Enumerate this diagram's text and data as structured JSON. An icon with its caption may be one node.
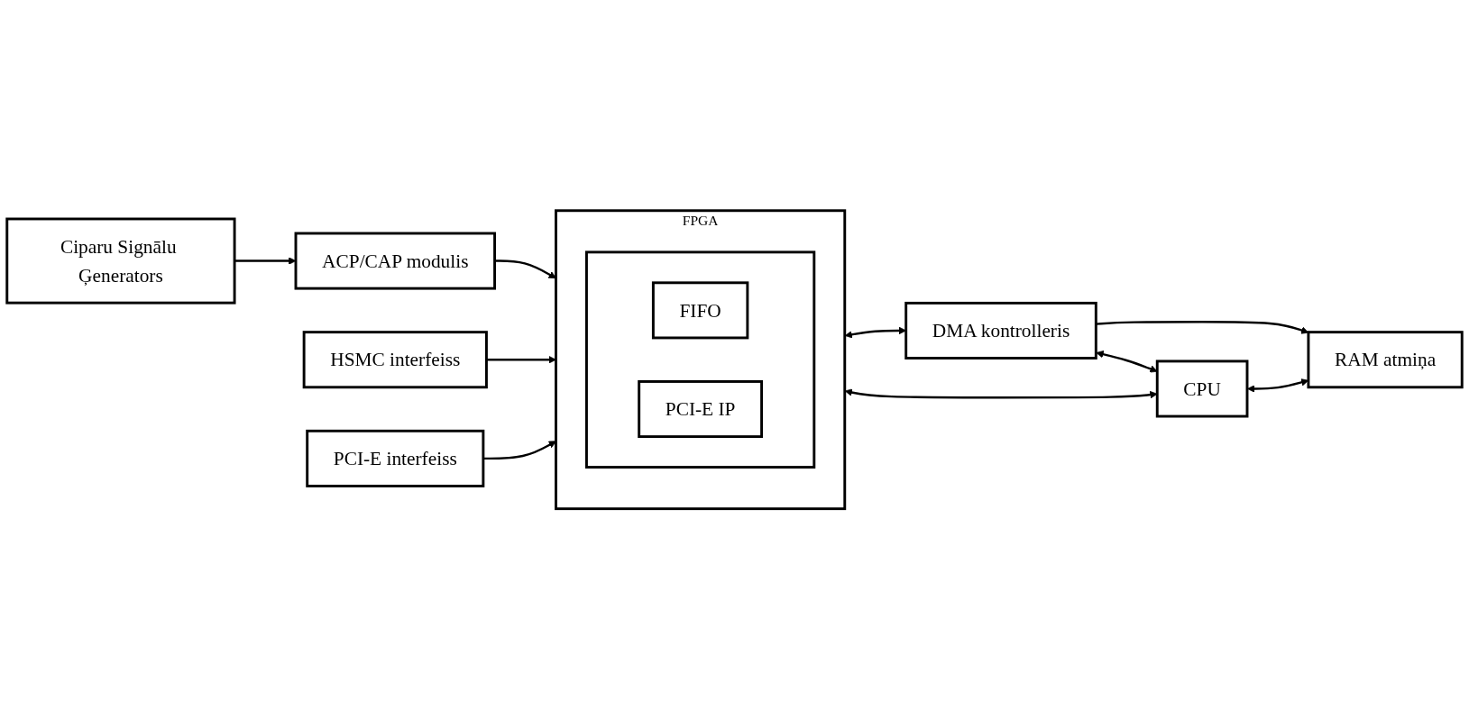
{
  "diagram": {
    "nodes": [
      {
        "text": [
          "Ciparu Signālu Ģenerators"
        ]
      },
      {
        "text": [
          "ACP/CAP modulis"
        ]
      },
      {
        "text": [
          "HSMC interfeiss"
        ]
      },
      {
        "text": [
          "PCI-E interfeiss"
        ]
      },
      {
        "text": [
          "FPGA"
        ]
      },
      {
        "text": [],
        "shape": "box",
        "in": 4
      },
      {
        "text": [
          "FIFO"
        ],
        "in": 5
      },
      {
        "text": [
          "PCI-E IP"
        ],
        "in": 5
      },
      {
        "text": [
          "DMA kontrolleris"
        ]
      },
      {
        "text": [
          "RAM atmiņa"
        ]
      },
      {
        "text": [
          "CPU"
        ]
      }
    ],
    "edges": [
      {
        "from": 0,
        "to": 1,
        "arrow": "to"
      },
      {
        "from": 1,
        "to": 4,
        "arrow": "to"
      },
      {
        "from": 2,
        "to": 4,
        "arrow": "to"
      },
      {
        "from": 3,
        "to": 4,
        "arrow": "to"
      },
      {
        "from": 4,
        "to": 8,
        "arrow": "both"
      },
      {
        "from": 8,
        "to": 9,
        "arrow": "to"
      },
      {
        "from": 8,
        "to": 10,
        "arrow": "both"
      },
      {
        "from": 4,
        "to": 10,
        "arrow": "both"
      },
      {
        "from": 10,
        "to": 9,
        "arrow": "both"
      }
    ]
  }
}
